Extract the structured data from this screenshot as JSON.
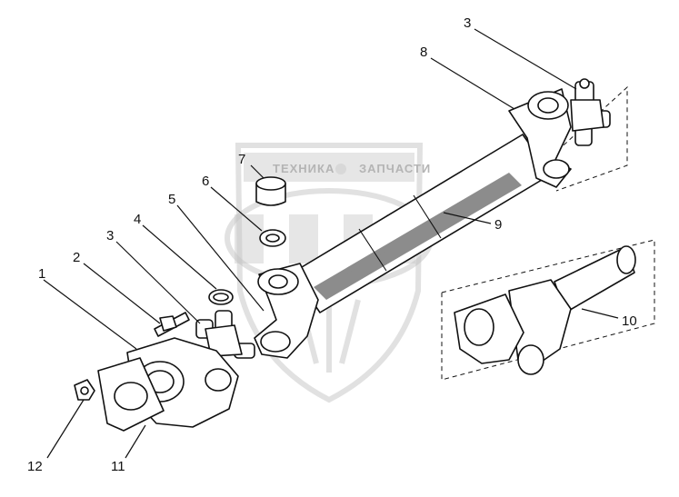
{
  "watermark": {
    "left_text": "ТЕХНИКА",
    "right_text": "ЗАПЧАСТИ",
    "logo_text": "ЭЛФ"
  },
  "callouts": [
    {
      "id": "1",
      "label": "1"
    },
    {
      "id": "2",
      "label": "2"
    },
    {
      "id": "3a",
      "label": "3"
    },
    {
      "id": "3b",
      "label": "3"
    },
    {
      "id": "4",
      "label": "4"
    },
    {
      "id": "5",
      "label": "5"
    },
    {
      "id": "6",
      "label": "6"
    },
    {
      "id": "7",
      "label": "7"
    },
    {
      "id": "8",
      "label": "8"
    },
    {
      "id": "9",
      "label": "9"
    },
    {
      "id": "10",
      "label": "10"
    },
    {
      "id": "11",
      "label": "11"
    },
    {
      "id": "12",
      "label": "12"
    }
  ]
}
